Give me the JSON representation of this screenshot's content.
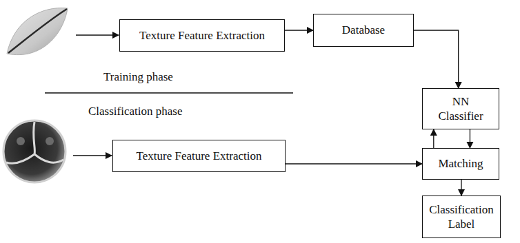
{
  "diagram": {
    "nodes": [
      {
        "text": [
          "Texture Feature Extraction"
        ]
      },
      {
        "text": [
          "Database"
        ]
      },
      {
        "text": [
          "NN Classifier"
        ]
      },
      {
        "text": [
          "Texture Feature Extraction"
        ]
      },
      {
        "text": [
          "Matching"
        ]
      },
      {
        "text": [
          "Classification Label"
        ]
      }
    ],
    "edges": [
      {
        "from": 0,
        "to": 1,
        "arrow": "to"
      },
      {
        "from": 1,
        "to": 2,
        "arrow": "to"
      },
      {
        "from": 2,
        "to": 4,
        "arrow": "to"
      },
      {
        "from": 4,
        "to": 2,
        "arrow": "to"
      },
      {
        "from": 3,
        "to": 4,
        "arrow": "to"
      },
      {
        "from": 4,
        "to": 5,
        "arrow": "to"
      }
    ],
    "labels": [
      "Training phase",
      "Classification phase"
    ]
  }
}
